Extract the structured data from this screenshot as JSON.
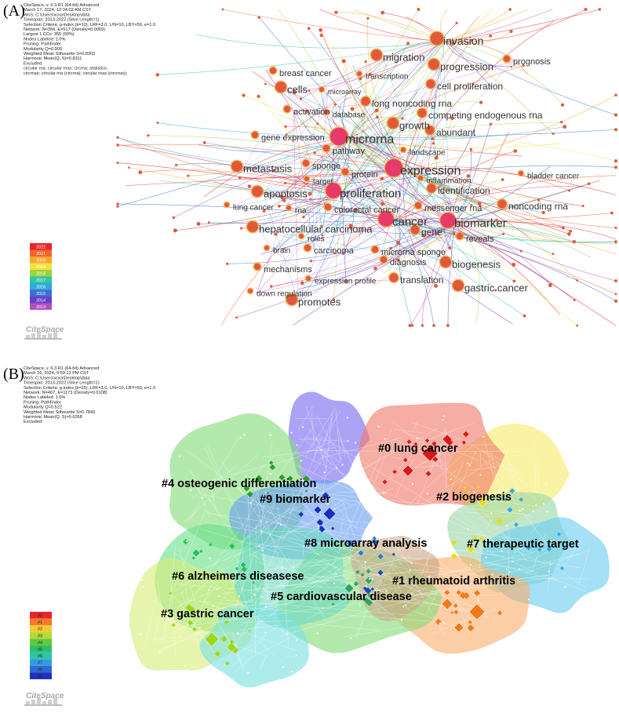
{
  "panel_a": {
    "label": "(A)",
    "info_lines": [
      "CiteSpace, v. 6.3.R1 (64-bit) Advanced",
      "March 17, 2024, 12:34:02 AM CST",
      "WoS: C:\\Users\\xcxa\\Desktop\\data",
      "Timespan: 2013-2022 (Slice Length=1)",
      "Selection Criteria: g-index (k=10), LRF=3.0, L/N=10, LBY=50, e=1.0",
      "Network: N=356, E=517 (Density=0.0069)",
      "Largest 1 CCs: 355 (99%)",
      "Nodes Labeled: 1.0%",
      "Pruning: Pathfinder",
      "Modularity Q=0.909",
      "Weighted Mean Silhouette S=0.8303",
      "Harmonic Mean(Q, S)=0.8311",
      "Excluded:",
      "    circular rna; circular rnas; circrna; statistics;",
      "    circrnas; circular rna (circrna); circular rnas (circrnas);"
    ],
    "legend_years": [
      "2022",
      "2021",
      "2020",
      "2019",
      "2018",
      "2017",
      "2016",
      "2015",
      "2014",
      "2013"
    ],
    "legend_colors": [
      "#e8262a",
      "#f2632d",
      "#f7a533",
      "#f2e23a",
      "#9bd33c",
      "#2fc7a0",
      "#2fa9d8",
      "#3b6fd6",
      "#6a3fc8",
      "#b24fc0"
    ],
    "keywords": [
      {
        "text": "invasion",
        "size": 14
      },
      {
        "text": "migration",
        "size": 13
      },
      {
        "text": "progression",
        "size": 13
      },
      {
        "text": "prognosis",
        "size": 11
      },
      {
        "text": "breast cancer",
        "size": 11
      },
      {
        "text": "transcription",
        "size": 10
      },
      {
        "text": "cells",
        "size": 13
      },
      {
        "text": "cell proliferation",
        "size": 12
      },
      {
        "text": "microarray",
        "size": 9
      },
      {
        "text": "long noncoding rna",
        "size": 12
      },
      {
        "text": "activation",
        "size": 11
      },
      {
        "text": "database",
        "size": 10
      },
      {
        "text": "competing endogenous rna",
        "size": 12
      },
      {
        "text": "growth",
        "size": 13
      },
      {
        "text": "abundant",
        "size": 12
      },
      {
        "text": "microrna",
        "size": 16
      },
      {
        "text": "gene expression",
        "size": 11
      },
      {
        "text": "pathway",
        "size": 11
      },
      {
        "text": "landscape",
        "size": 10
      },
      {
        "text": "sponge",
        "size": 11
      },
      {
        "text": "metastasis",
        "size": 13
      },
      {
        "text": "protein",
        "size": 11
      },
      {
        "text": "expression",
        "size": 16
      },
      {
        "text": "bladder cancer",
        "size": 10
      },
      {
        "text": "target",
        "size": 10
      },
      {
        "text": "inflammation",
        "size": 10
      },
      {
        "text": "apoptosis",
        "size": 13
      },
      {
        "text": "proliferation",
        "size": 15
      },
      {
        "text": "identification",
        "size": 12
      },
      {
        "text": "lung cancer",
        "size": 10
      },
      {
        "text": "rna",
        "size": 10
      },
      {
        "text": "colorectal cancer",
        "size": 11
      },
      {
        "text": "messenger rna",
        "size": 11
      },
      {
        "text": "noncoding rna",
        "size": 12
      },
      {
        "text": "cancer",
        "size": 15
      },
      {
        "text": "biomarker",
        "size": 15
      },
      {
        "text": "gene",
        "size": 12
      },
      {
        "text": "hepatocellular carcinoma",
        "size": 13
      },
      {
        "text": "roles",
        "size": 10
      },
      {
        "text": "reveals",
        "size": 11
      },
      {
        "text": "brain",
        "size": 10
      },
      {
        "text": "carcinoma",
        "size": 11
      },
      {
        "text": "microrna sponge",
        "size": 11
      },
      {
        "text": "mechanisms",
        "size": 11
      },
      {
        "text": "diagnosis",
        "size": 11
      },
      {
        "text": "biogenesis",
        "size": 13
      },
      {
        "text": "expression profile",
        "size": 10
      },
      {
        "text": "translation",
        "size": 12
      },
      {
        "text": "down regulation",
        "size": 10
      },
      {
        "text": "gastric cancer",
        "size": 13
      },
      {
        "text": "promotes",
        "size": 13
      }
    ]
  },
  "panel_b": {
    "label": "(B)",
    "info_lines": [
      "CiteSpace, v. 6.3.R1 (64-bit) Advanced",
      "March 16, 2024, 9:59:13 PM CST",
      "WoS: C:\\Users\\xcxa\\Desktop\\data",
      "Timespan: 2013-2022 (Slice Length=1)",
      "Selection Criteria: g-index (k=25), LRF=3.0, L/N=10, LBY=50, e=1.0",
      "Network: N=467, E=1173 (Density=0.0108)",
      "Nodes Labeled: 1.0%",
      "Pruning: Pathfinder",
      "Modularity Q=0.522",
      "Weighted Mean Silhouette S=0.7843",
      "Harmonic Mean(Q, S)=0.6268",
      "Excluded:"
    ],
    "clusters": [
      {
        "label": "#0 lung cancer",
        "color": "#f0302c"
      },
      {
        "label": "#2 biogenesis",
        "color": "#f4e040"
      },
      {
        "label": "#4 osteogenic differentiation",
        "color": "#7ed46a"
      },
      {
        "label": "#9 biomarker",
        "color": "#2036c8"
      },
      {
        "label": "#8 microarray analysis",
        "color": "#3a86e0"
      },
      {
        "label": "#7 therapeutic target",
        "color": "#3bb6ec"
      },
      {
        "label": "#6 alzheimers diseasese",
        "color": "#38c26a"
      },
      {
        "label": "#1 rheumatoid arthritis",
        "color": "#f48a26"
      },
      {
        "label": "#5 cardiovascular disease",
        "color": "#2dbd9a"
      },
      {
        "label": "#3 gastric cancer",
        "color": "#a8d838"
      }
    ],
    "legend_labels": [
      "#0",
      "#1",
      "#2",
      "#3",
      "#4",
      "#5",
      "#6",
      "#7",
      "#8",
      "#9"
    ],
    "legend_colors": [
      "#e8262a",
      "#f27a2a",
      "#f5c930",
      "#b6d936",
      "#5fcb3c",
      "#2fbf6c",
      "#2ec4a6",
      "#2f9ee0",
      "#2f6ad8",
      "#2230c0"
    ]
  },
  "logo": "CiteSpace"
}
